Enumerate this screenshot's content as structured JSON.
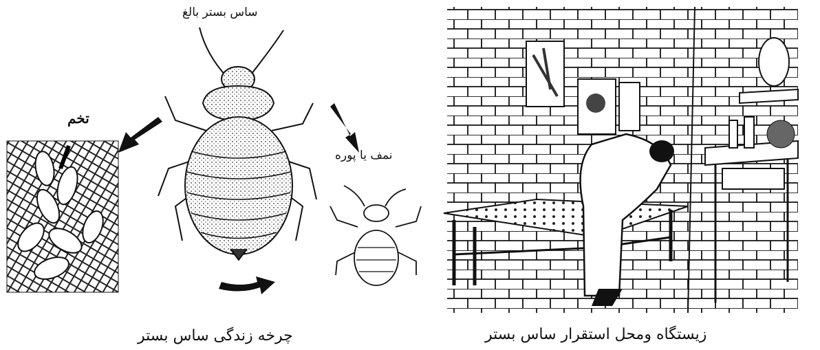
{
  "lifecycle": {
    "adult_label": "ساس بستر بالغ",
    "egg_label": "تخم",
    "nymph_label": "نمف یا پوره",
    "caption": "چرخه زندگی ساس بستر"
  },
  "habitat": {
    "caption": "زیستگاه ومحل استقرار ساس بستر"
  }
}
